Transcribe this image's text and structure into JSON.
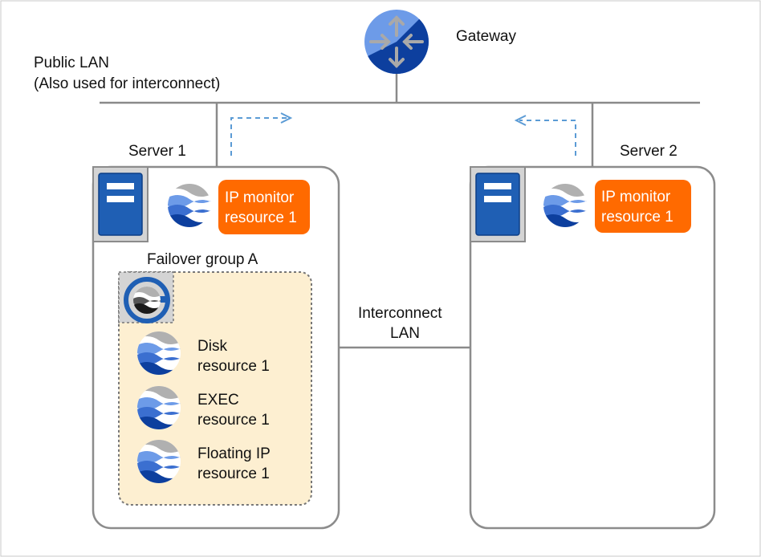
{
  "network": {
    "gateway_label": "Gateway",
    "public_lan_line1": "Public LAN",
    "public_lan_line2": "(Also used for interconnect)",
    "interconnect_line1": "Interconnect",
    "interconnect_line2": "LAN"
  },
  "server1": {
    "label": "Server 1",
    "monitor": {
      "line1": "IP monitor",
      "line2": "resource 1"
    },
    "group": {
      "label": "Failover group A",
      "resources": [
        {
          "line1": "Disk",
          "line2": "resource 1"
        },
        {
          "line1": "EXEC",
          "line2": "resource 1"
        },
        {
          "line1": "Floating IP",
          "line2": "resource 1"
        }
      ]
    }
  },
  "server2": {
    "label": "Server 2",
    "monitor": {
      "line1": "IP monitor",
      "line2": "resource 1"
    }
  },
  "colors": {
    "line": "#8a8a8a",
    "server_border": "#8c8c8c",
    "monitor_bg": "#ff6a00",
    "group_bg": "#fdefd1",
    "dashed_arrow": "#5b9bd5",
    "server_icon": "#1f5fb4",
    "gateway_light": "#6d9be8",
    "gateway_dark": "#0d3f9e"
  },
  "icons": {
    "server": "server-icon",
    "resource": "resource-wave-icon",
    "group": "failover-group-icon",
    "gateway": "router-icon"
  }
}
